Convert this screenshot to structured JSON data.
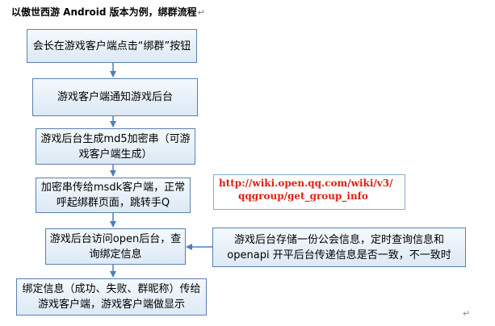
{
  "title": "以傲世西游 Android 版本为例，绑群流程",
  "steps": [
    {
      "text": "会长在游戏客户端点击“绑群”按钮"
    },
    {
      "text": "游戏客户端通知游戏后台"
    },
    {
      "text": "游戏后台生成md5加密串（可游戏客户端生成）"
    },
    {
      "text": "加密串传给msdk客户端，正常呼起绑群页面，跳转手Q"
    },
    {
      "text": "游戏后台访问open后台，查询绑定信息"
    },
    {
      "text": "绑定信息（成功、失败、群昵称）传给游戏客户端，游戏客户端做显示"
    }
  ],
  "side_box": {
    "text": "游戏后台存储一份公会信息，定时查询信息和openapi 开平后台传递信息是否一致，不一致时"
  },
  "link": {
    "line1": "http://wiki.open.qq.com/wiki/v3/",
    "line2": "qqgroup/get_group_info"
  },
  "para_mark": "↵"
}
